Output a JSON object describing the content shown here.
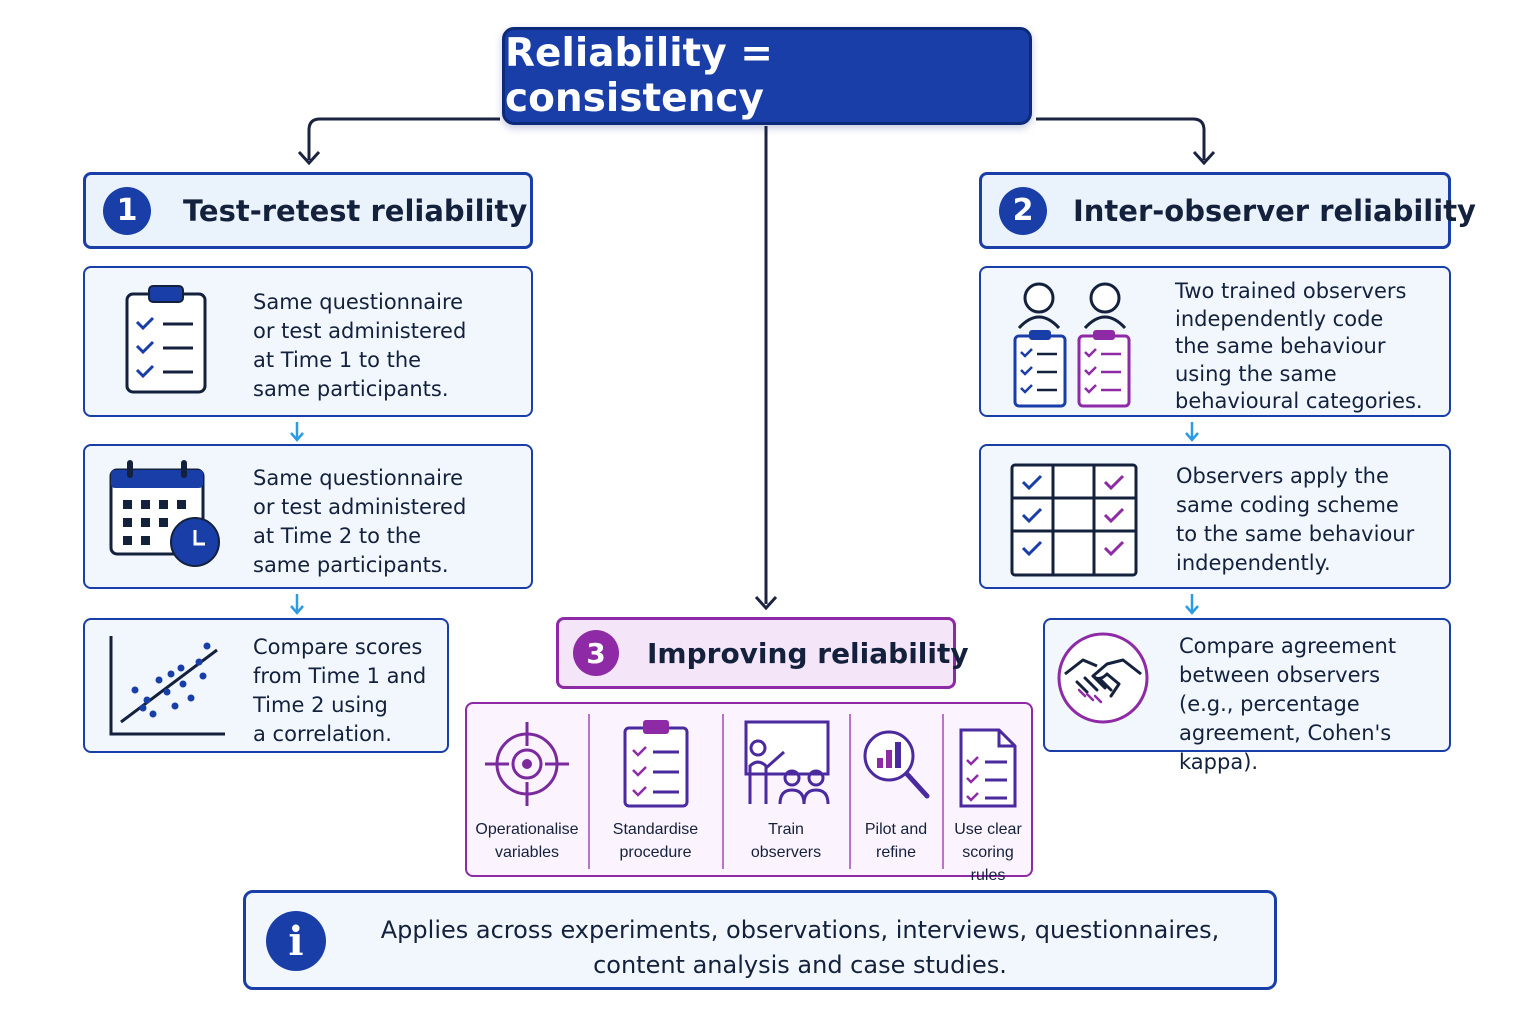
{
  "title": "Reliability = consistency",
  "test_retest": {
    "number": "1",
    "heading": "Test-retest reliability",
    "steps": [
      {
        "icon": "clipboard-checklist-icon",
        "lines": [
          "Same questionnaire",
          "or test administered",
          "at Time 1 to the",
          "same participants."
        ]
      },
      {
        "icon": "calendar-clock-icon",
        "lines": [
          "Same questionnaire",
          "or test administered",
          "at Time 2 to the",
          "same participants."
        ]
      },
      {
        "icon": "scatter-plot-icon",
        "lines": [
          "Compare scores",
          "from Time 1 and",
          "Time 2 using",
          "a correlation."
        ]
      }
    ]
  },
  "inter_observer": {
    "number": "2",
    "heading": "Inter-observer reliability",
    "steps": [
      {
        "icon": "two-observers-icon",
        "lines": [
          "Two trained observers",
          "independently code",
          "the same behaviour",
          "using the same",
          "behavioural categories."
        ]
      },
      {
        "icon": "coding-grid-icon",
        "lines": [
          "Observers apply the",
          "same coding scheme",
          "to the same behaviour",
          "independently."
        ]
      },
      {
        "icon": "handshake-icon",
        "lines": [
          "Compare agreement",
          "between observers",
          "(e.g., percentage",
          "agreement, Cohen's kappa)."
        ]
      }
    ]
  },
  "improving": {
    "number": "3",
    "heading": "Improving reliability",
    "tips": [
      {
        "icon": "target-icon",
        "lines": [
          "Operationalise",
          "variables"
        ]
      },
      {
        "icon": "clipboard-icon",
        "lines": [
          "Standardise",
          "procedure"
        ]
      },
      {
        "icon": "presentation-icon",
        "lines": [
          "Train",
          "observers"
        ]
      },
      {
        "icon": "magnifier-chart-icon",
        "lines": [
          "Pilot and",
          "refine"
        ]
      },
      {
        "icon": "document-checklist-icon",
        "lines": [
          "Use clear",
          "scoring rules"
        ]
      }
    ]
  },
  "info": {
    "icon": "info-icon",
    "glyph": "i",
    "lines": [
      "Applies across experiments, observations, interviews, questionnaires,",
      "content analysis and case studies."
    ]
  },
  "colors": {
    "primary": "#1a3ea8",
    "accent": "#8e2aa6",
    "light_blue": "#f1f7fd",
    "light_purple": "#f4e6f8",
    "arrow_small": "#2b9be6"
  }
}
